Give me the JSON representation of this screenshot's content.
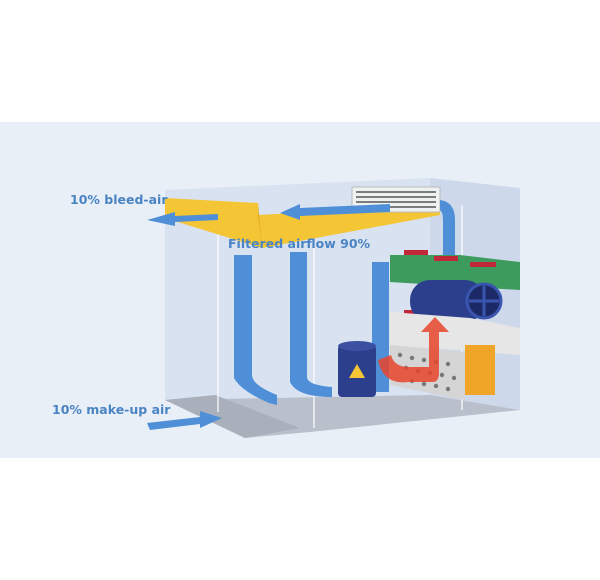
{
  "labels": {
    "bleed_air": "10% bleed-air",
    "filtered_airflow": "Filtered airflow 90%",
    "make_up_air": "10% make-up air"
  },
  "colors": {
    "background": "#e9eff7",
    "airflow_arrow": "#4f8fd8",
    "duct": "#f4c534",
    "filter_green": "#3e9b5e",
    "fan_blue": "#2b3f8c",
    "heat_red": "#e8442c"
  }
}
